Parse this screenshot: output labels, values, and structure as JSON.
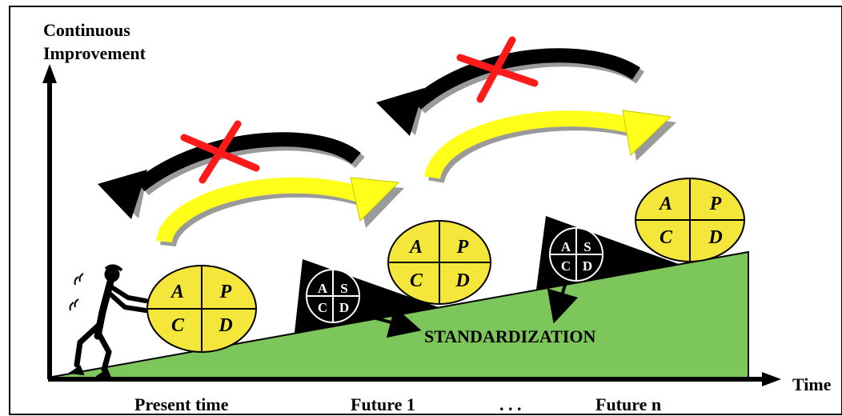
{
  "diagram": {
    "y_axis_label_line1": "Continuous",
    "y_axis_label_line2": "Improvement",
    "x_axis_label": "Time",
    "time_labels": {
      "present": "Present time",
      "future1": "Future 1",
      "ellipsis": ". . .",
      "futuren": "Future n"
    },
    "standardization_label": "STANDARDIZATION",
    "pdca": {
      "a": "A",
      "p": "P",
      "c": "C",
      "d": "D"
    },
    "sdca": {
      "a": "A",
      "s": "S",
      "c": "C",
      "d": "D"
    }
  },
  "colors": {
    "ramp_green": "#7dc65b",
    "pdca_yellow": "#f5e63b",
    "arrow_yellow": "#ffff1a",
    "cross_red": "#ff1a1a",
    "ink": "#000000"
  },
  "icons": {
    "runner": "person-pushing-icon",
    "cross": "red-x-cross-icon",
    "backward_arrow": "black-curved-arrow-left",
    "forward_arrow": "yellow-curved-arrow-right"
  }
}
